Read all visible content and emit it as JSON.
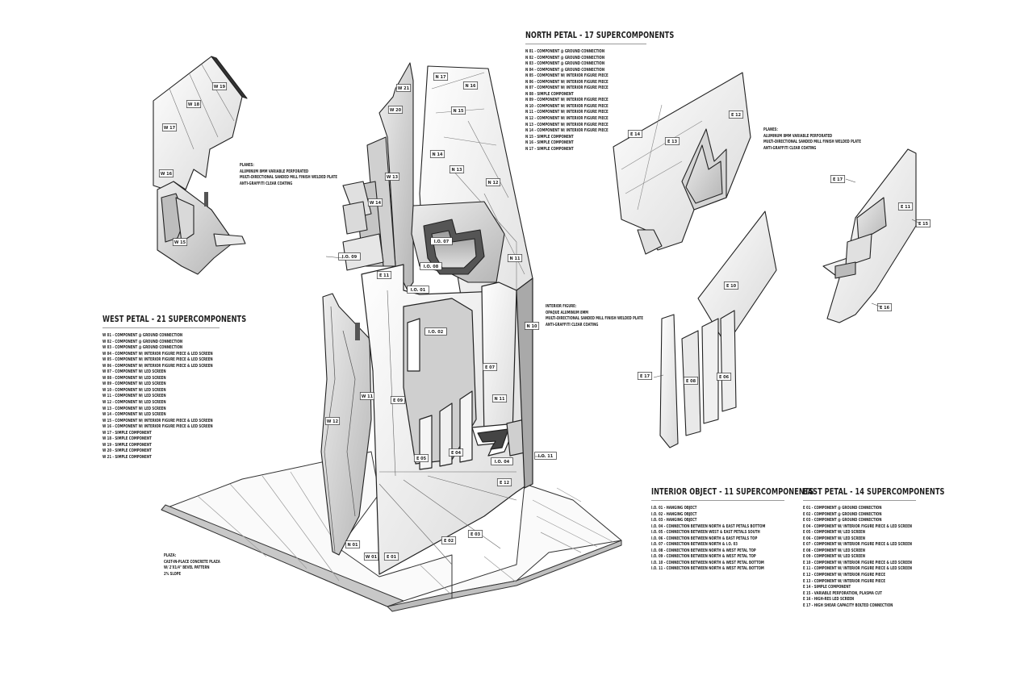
{
  "legends": {
    "north": {
      "title": "NORTH PETAL - 17 SUPERCOMPONENTS",
      "items": [
        "N 01 - COMPONENT @ GROUND CONNECTION",
        "N 02 - COMPONENT @ GROUND CONNECTION",
        "N 03 - COMPONENT @ GROUND CONNECTION",
        "N 04 - COMPONENT @ GROUND CONNECTION",
        "N 05 - COMPONENT W/ INTERIOR FIGURE PIECE",
        "N 06 - COMPONENT W/ INTERIOR FIGURE PIECE",
        "N 07 - COMPONENT W/ INTERIOR FIGURE PIECE",
        "N 08 - SIMPLE COMPONENT",
        "N 09 - COMPONENT W/ INTERIOR FIGURE PIECE",
        "N 10 - COMPONENT W/ INTERIOR FIGURE PIECE",
        "N 11 - COMPONENT W/ INTERIOR FIGURE PIECE",
        "N 12 - COMPONENT W/ INTERIOR FIGURE PIECE",
        "N 13 - COMPONENT W/ INTERIOR FIGURE PIECE",
        "N 14 - COMPONENT W/ INTERIOR FIGURE PIECE",
        "N 15 - SIMPLE COMPONENT",
        "N 16 - SIMPLE COMPONENT",
        "N 17 - SIMPLE COMPONENT"
      ]
    },
    "west": {
      "title": "WEST PETAL - 21 SUPERCOMPONENTS",
      "items": [
        "W 01 - COMPONENT @ GROUND CONNECTION",
        "W 02 - COMPONENT @ GROUND CONNECTION",
        "W 03 - COMPONENT @ GROUND CONNECTION",
        "W 04 - COMPONENT W/ INTERIOR FIGURE PIECE & LED SCREEN",
        "W 05 - COMPONENT W/ INTERIOR FIGURE PIECE & LED SCREEN",
        "W 06 - COMPONENT W/ INTERIOR FIGURE PIECE & LED SCREEN",
        "W 07 - COMPONENT W/ LED SCREEN",
        "W 08 - COMPONENT W/ LED SCREEN",
        "W 09 - COMPONENT W/ LED SCREEN",
        "W 10 - COMPONENT W/ LED SCREEN",
        "W 11 - COMPONENT W/ LED SCREEN",
        "W 12 - COMPONENT W/ LED SCREEN",
        "W 13 - COMPONENT W/ LED SCREEN",
        "W 14 - COMPONENT W/ LED SCREEN",
        "W 15 - COMPONENT W/ INTERIOR FIGURE PIECE & LED SCREEN",
        "W 16 - COMPONENT W/ INTERIOR FIGURE PIECE & LED SCREEN",
        "W 17 - SIMPLE COMPONENT",
        "W 18 - SIMPLE COMPONENT",
        "W 19 - SIMPLE COMPONENT",
        "W 20 - SIMPLE COMPONENT",
        "W 21 - SIMPLE COMPONENT"
      ]
    },
    "interior": {
      "title": "INTERIOR OBJECT - 11 SUPERCOMPONENTS",
      "items": [
        "I.O. 01 - HANGING OBJECT",
        "I.O. 02 - HANGING OBJECT",
        "I.O. 03 - HANGING OBJECT",
        "I.O. 04 - CONNECTION BETWEEN NORTH & EAST PETALS BOTTOM",
        "I.O. 05 - CONNECTION BETWEEN WEST & EAST PETALS SOUTH",
        "I.O. 06 - CONNECTION BETWEEN NORTH & EAST PETALS TOP",
        "I.O. 07 - CONNECTION BETWEEN NORTH & I.O. 03",
        "I.O. 08 - CONNECTION BETWEEN NORTH & WEST PETAL TOP",
        "I.O. 09 - CONNECTION BETWEEN NORTH & WEST PETAL TOP",
        "I.O. 10 - CONNECTION BETWEEN NORTH & WEST PETAL BOTTOM",
        "I.O. 11 - CONNECTION BETWEEN NORTH & WEST PETAL BOTTOM"
      ]
    },
    "east": {
      "title": "EAST PETAL - 14 SUPERCOMPONENTS",
      "items": [
        "E 01 - COMPONENT @ GROUND CONNECTION",
        "E 02 - COMPONENT @ GROUND CONNECTION",
        "E 03 - COMPONENT @ GROUND CONNECTION",
        "E 04 - COMPONENT W/ INTERIOR FIGURE PIECE & LED SCREEN",
        "E 05 - COMPONENT W/ LED SCREEN",
        "E 06 - COMPONENT W/ LED SCREEN",
        "E 07 - COMPONENT W/ INTERIOR FIGURE PIECE & LED SCREEN",
        "E 08 - COMPONENT W/ LED SCREEN",
        "E 09 - COMPONENT W/ LED SCREEN",
        "E 10 - COMPONENT W/ INTERIOR FIGURE PIECE & LED SCREEN",
        "E 11 - COMPONENT W/ INTERIOR FIGURE PIECE & LED SCREEN",
        "E 12 - COMPONENT W/ INTERIOR FIGURE PIECE",
        "E 13 - COMPONENT W/ INTERIOR FIGURE PIECE",
        "E 14 - SIMPLE COMPONENT",
        "E 15 - VARIABLE PERFORATION, PLASMA CUT",
        "E 16 - HIGH-RES LED SCREEN",
        "E 17 - HIGH SHEAR CAPACITY BOLTED CONNECTION"
      ]
    }
  },
  "notes": {
    "west_planes": [
      "PLANES:",
      "ALUMINUM 8MM VARIABLE PERFORATED",
      "MULTI-DIRECTIONAL SANDED MILL FINISH WELDED PLATE",
      "ANTI-GRAFFITI CLEAR COATING"
    ],
    "east_planes": [
      "PLANES:",
      "ALUMINUM 8MM VARIABLE PERFORATED",
      "MULTI-DIRECTIONAL SANDED MILL FINISH WELDED PLATE",
      "ANTI-GRAFFITI CLEAR COATING"
    ],
    "interior_figure": [
      "INTERIOR FIGURE:",
      "OPAQUE ALUMINUM 8MM",
      "MULTI-DIRECTIONAL SANDED MILL FINISH WELDED PLATE",
      "ANTI-GRAFFITI CLEAR COATING"
    ],
    "plaza": [
      "PLAZA:",
      "CAST-IN-PLACE CONCRETE PLAZA",
      "W/ 2'X1/4\" BEVEL PATTERN",
      "2% SLOPE"
    ]
  },
  "tags": {
    "west_exploded": [
      "W 19",
      "W 18",
      "W 17",
      "W 16",
      "W 15"
    ],
    "main": [
      "W 21",
      "W 20",
      "N 17",
      "N 16",
      "N 15",
      "N 14",
      "N 13",
      "W 13",
      "W 14",
      "N 12",
      "I.O. 09",
      "I.O. 07",
      "I.O. 08",
      "N 11",
      "E 11",
      "I.O. 01",
      "N 10",
      "I.O. 02",
      "E 07",
      "N 11",
      "W 11",
      "W 12",
      "E 09",
      "I.O. 11",
      "E 05",
      "E 04",
      "I.O. 04",
      "E 12",
      "N 01",
      "W 01",
      "E 03",
      "E 02",
      "E 01"
    ],
    "east_exploded": [
      "E 14",
      "E 13",
      "E 12",
      "E 10",
      "E 17",
      "E 08",
      "E 06",
      "E 17",
      "E 11",
      "E 15",
      "E 16"
    ]
  },
  "colors": {
    "ink": "#1c1c1c",
    "panel_light": "#f4f4f4",
    "panel_mid": "#d6d6d6",
    "panel_dark": "#8c8c8c",
    "rule": "#9a9a9a"
  }
}
